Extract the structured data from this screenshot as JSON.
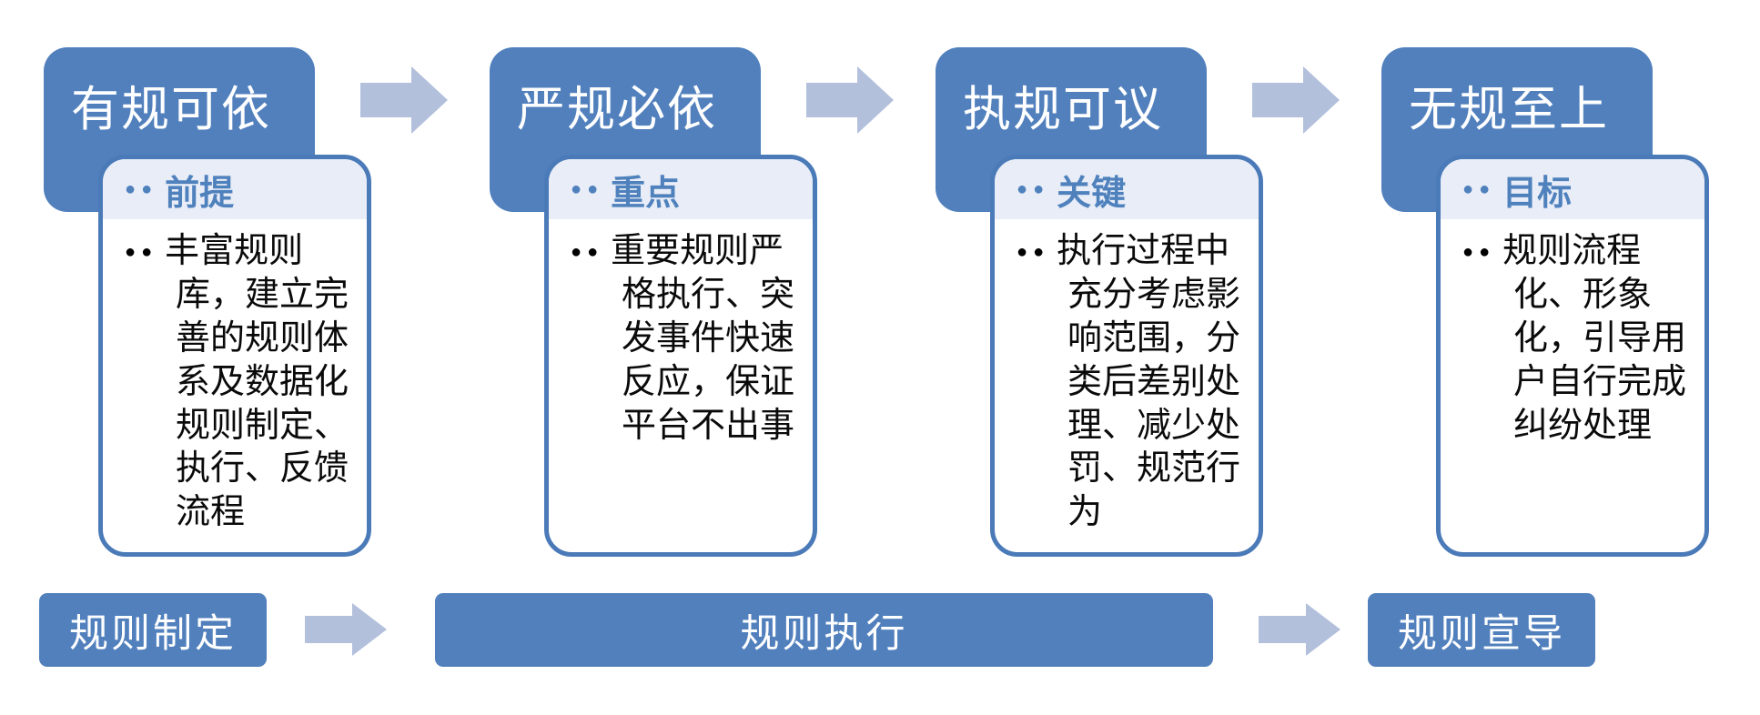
{
  "diagram": {
    "bullet_marker": "●●",
    "stages": [
      {
        "title": "有规可依",
        "tag": "前提",
        "description": "丰富规则库，建立完善的规则体系及数据化规则制定、执行、反馈流程"
      },
      {
        "title": "严规必依",
        "tag": "重点",
        "description": "重要规则严格执行、突发事件快速反应，保证平台不出事"
      },
      {
        "title": "执规可议",
        "tag": "关键",
        "description": "执行过程中充分考虑影响范围，分类后差别处理、减少处罚、规范行为"
      },
      {
        "title": "无规至上",
        "tag": "目标",
        "description": "规则流程化、形象化，引导用户自行完成纠纷处理"
      }
    ],
    "phases": [
      {
        "label": "规则制定"
      },
      {
        "label": "规则执行"
      },
      {
        "label": "规则宣导"
      }
    ],
    "colors": {
      "primary_blue": "#5180BD",
      "card_border_blue": "#4A7AB8",
      "arrow_blue": "#B3C0DC",
      "tag_strip_bg": "#E8EDF7",
      "tag_text_blue": "#4F81BD",
      "body_text": "#0A0A0A",
      "header_text": "#FFFFFF"
    }
  }
}
